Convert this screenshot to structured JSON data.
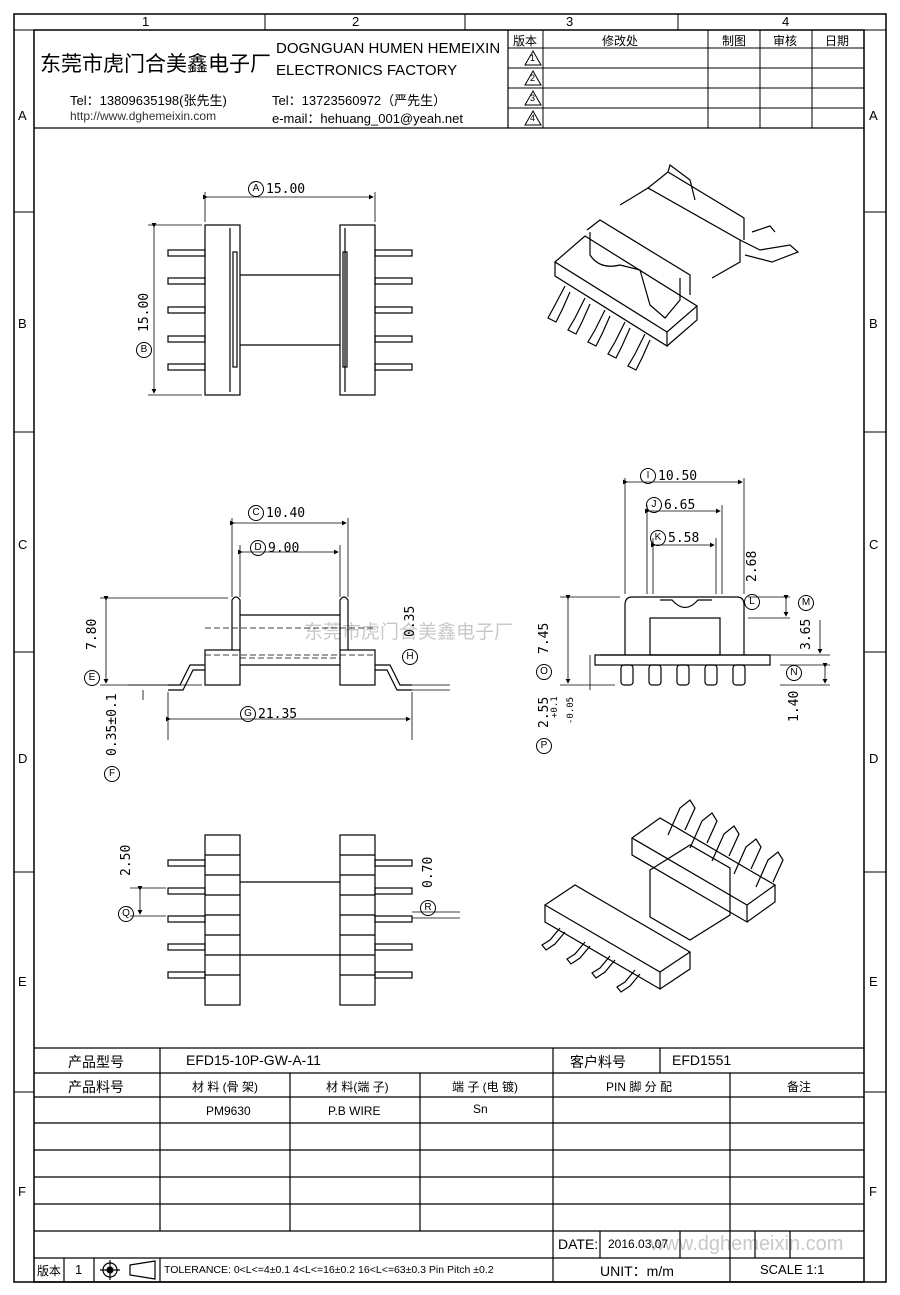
{
  "zones": {
    "cols": [
      "1",
      "2",
      "3",
      "4"
    ],
    "rows": [
      "A",
      "B",
      "C",
      "D",
      "E",
      "F"
    ]
  },
  "header": {
    "company_cn": "东莞市虎门合美鑫电子厂",
    "company_en_1": "DOGNGUAN HUMEN HEMEIXIN",
    "company_en_2": "ELECTRONICS FACTORY",
    "tel1": "Tel：13809635198(张先生)",
    "tel2": "Tel：13723560972（严先生）",
    "web": "http://www.dghemeixin.com",
    "email": "e-mail：hehuang_001@yeah.net"
  },
  "revision": {
    "headers": [
      "版本",
      "修改处",
      "制图",
      "审核",
      "日期"
    ],
    "marks": [
      "1",
      "2",
      "3",
      "4"
    ]
  },
  "dimensions": {
    "A": "15.00",
    "B": "15.00",
    "C": "10.40",
    "D": "9.00",
    "E": "7.80",
    "F": "0.35±0.1",
    "G": "21.35",
    "H": "0.35",
    "I": "10.50",
    "J": "6.65",
    "K": "5.58",
    "L": "2.68",
    "M": "3.65",
    "N": "1.40",
    "O": "7.45",
    "P": "2.55",
    "P_tol_plus": "+0.1",
    "P_tol_minus": "-0.05",
    "Q": "2.50",
    "R": "0.70"
  },
  "watermark": {
    "cn": "东莞市虎门合美鑫电子厂",
    "url": "www.dghemeixin.com"
  },
  "title_block": {
    "product_model_label": "产品型号",
    "product_model": "EFD15-10P-GW-A-11",
    "customer_no_label": "客户料号",
    "customer_no": "EFD1551",
    "product_no_label": "产品料号",
    "material_bobbin_label": "材 料 (骨 架)",
    "material_pin_label": "材 料(端 子)",
    "plating_label": "端 子 (电 镀)",
    "pin_label": "PIN 脚 分 配",
    "remark_label": "备注",
    "material_bobbin": "PM9630",
    "material_pin": "P.B WIRE",
    "plating": "Sn",
    "date_label": "DATE:",
    "date": "2016.03.07",
    "version_label": "版本",
    "version_val": "1",
    "tolerance": "TOLERANCE:  0<L<=4±0.1  4<L<=16±0.2  16<L<=63±0.3  Pin Pitch  ±0.2",
    "unit": "UNIT：m/m",
    "scale": "SCALE   1:1"
  }
}
